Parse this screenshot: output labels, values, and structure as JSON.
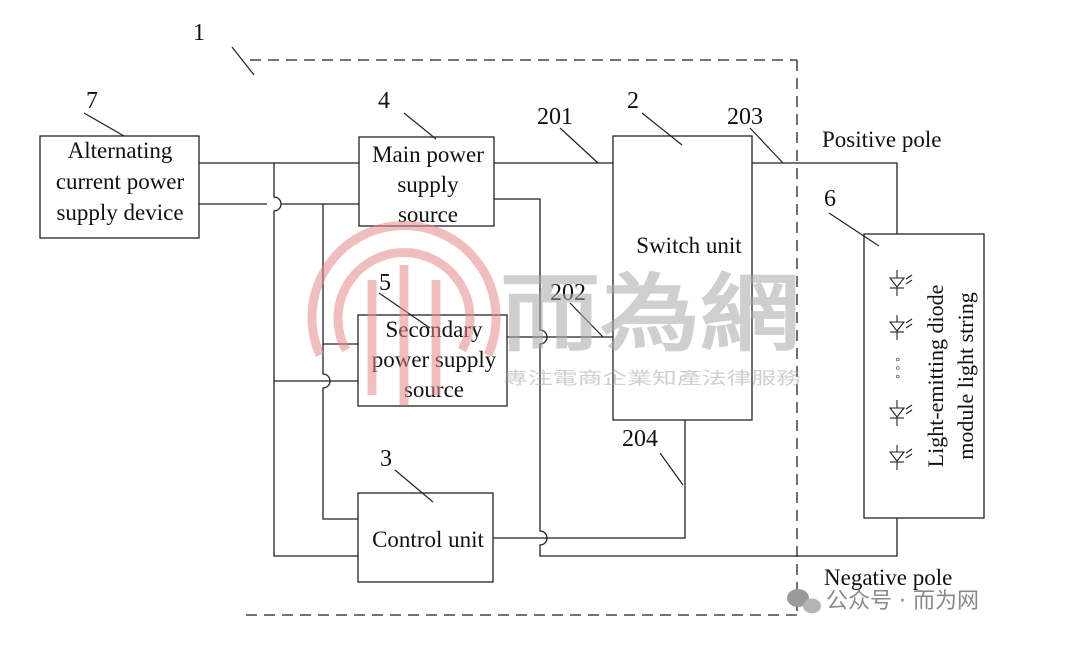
{
  "diagram": {
    "labels": {
      "ref_1": "1",
      "ref_2": "2",
      "ref_3": "3",
      "ref_4": "4",
      "ref_5": "5",
      "ref_6": "6",
      "ref_7": "7",
      "ref_201": "201",
      "ref_202": "202",
      "ref_203": "203",
      "ref_204": "204"
    },
    "blocks": {
      "ac_supply": [
        "Alternating",
        "current power",
        "supply device"
      ],
      "main_power": [
        "Main power",
        "supply",
        "source"
      ],
      "secondary_power": [
        "Secondary",
        "power supply",
        "source"
      ],
      "control_unit": [
        "Control unit"
      ],
      "switch_unit": [
        "Switch unit"
      ],
      "led_string": [
        "Light-emitting diode",
        "module light string"
      ]
    },
    "poles": {
      "positive": "Positive pole",
      "negative": "Negative pole"
    },
    "led_ellipsis": "◦ ◦ ◦"
  },
  "watermark": {
    "brand": "而為網",
    "tagline": "專注電商企業知產法律服務",
    "corner": "公众号 · 而为网"
  },
  "colors": {
    "line": "#222222",
    "watermark_red": "#e48a8a",
    "watermark_gray": "#a9a9a9",
    "corner_text": "#8a8a8a"
  }
}
